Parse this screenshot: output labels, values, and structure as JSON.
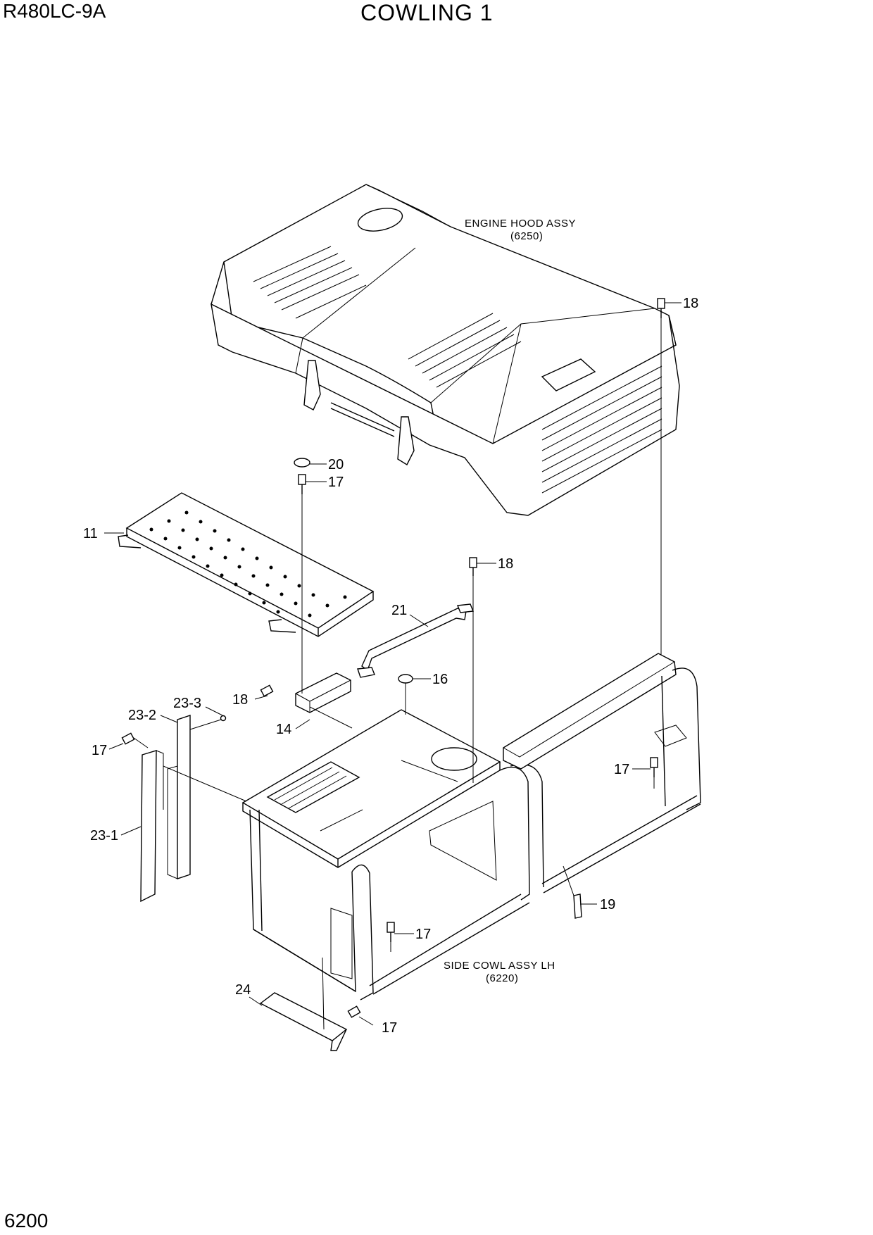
{
  "header": {
    "model": "R480LC-9A",
    "title": "COWLING 1"
  },
  "footer": {
    "page_number": "6200"
  },
  "references": [
    {
      "line1": "ENGINE HOOD ASSY",
      "line2": "(6250)"
    },
    {
      "line1": "SIDE COWL ASSY LH",
      "line2": "(6220)"
    }
  ],
  "callouts": {
    "c18a": "18",
    "c20": "20",
    "c17a": "17",
    "c11": "11",
    "c18b": "18",
    "c21": "21",
    "c16": "16",
    "c18c": "18",
    "c14": "14",
    "c23_3": "23-3",
    "c23_2": "23-2",
    "c17b": "17",
    "c17c": "17",
    "c23_1": "23-1",
    "c19": "19",
    "c17d": "17",
    "c24": "24",
    "c17e": "17"
  }
}
